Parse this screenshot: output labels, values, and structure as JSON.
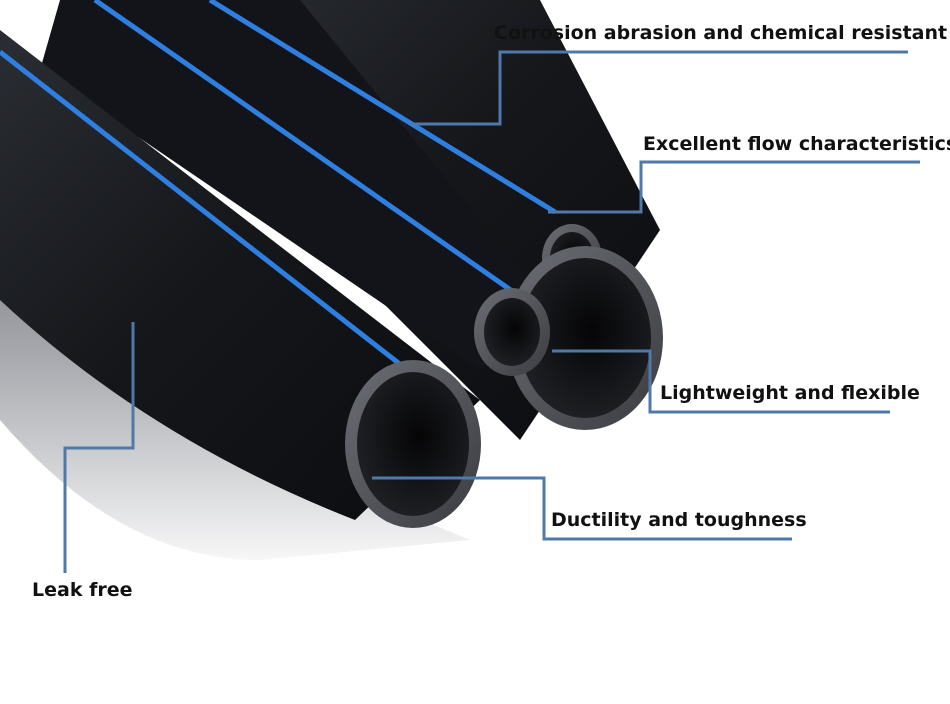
{
  "image": {
    "subject": "HDPE pipes",
    "colors": {
      "background": "#ffffff",
      "pipe_body": "#15171b",
      "stripe": "#2f7fe0",
      "callout_line": "#4f79a8",
      "text": "#111111"
    }
  },
  "callouts": {
    "corrosion": "Corrosion abrasion and chemical resistant",
    "flow": "Excellent flow characteristics",
    "lightweight": "Lightweight and flexible",
    "ductility": "Ductility and toughness",
    "leak": "Leak free"
  }
}
